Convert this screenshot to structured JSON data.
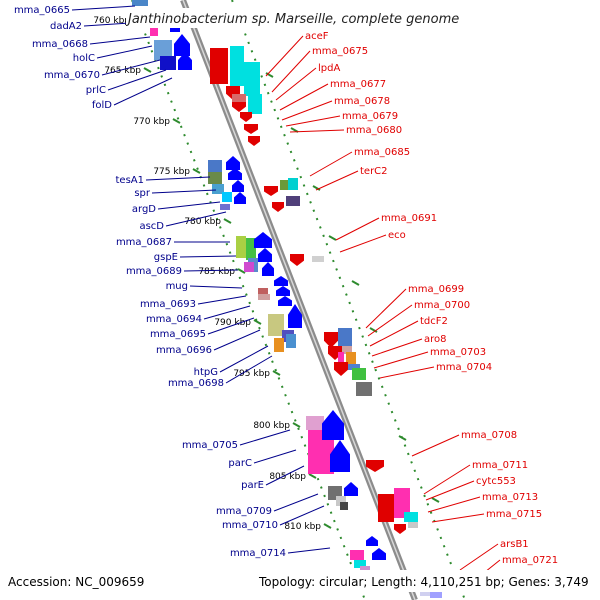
{
  "title": "Janthinobacterium sp. Marseille, complete genome",
  "accession": "Accession: NC_009659",
  "summary": "Topology: circular; Length: 4,110,251 bp; Genes: 3,749",
  "colors": {
    "left_label": "#00008b",
    "right_label": "#e00000",
    "backbone": "#8c8c8c",
    "tick_line": "#2e8b2e",
    "tick_label": "#000000"
  },
  "ticks": [
    "760 kbp",
    "765 kbp",
    "770 kbp",
    "775 kbp",
    "780 kbp",
    "785 kbp",
    "790 kbp",
    "795 kbp",
    "800 kbp",
    "805 kbp",
    "810 kbp"
  ],
  "left_genes": [
    "mma_0665",
    "dadA2",
    "mma_0668",
    "holC",
    "mma_0670",
    "prlC",
    "folD",
    "tesA1",
    "spr",
    "argD",
    "ascD",
    "mma_0687",
    "gspE",
    "mma_0689",
    "mug",
    "mma_0693",
    "mma_0694",
    "mma_0695",
    "mma_0696",
    "htpG",
    "mma_0698",
    "mma_0705",
    "parC",
    "parE",
    "mma_0709",
    "mma_0710",
    "mma_0714"
  ],
  "right_genes": [
    "aceF",
    "mma_0675",
    "lpdA",
    "mma_0677",
    "mma_0678",
    "mma_0679",
    "mma_0680",
    "mma_0685",
    "terC2",
    "mma_0691",
    "eco",
    "mma_0699",
    "mma_0700",
    "tdcF2",
    "aro8",
    "mma_0703",
    "mma_0704",
    "mma_0708",
    "mma_0711",
    "cytc553",
    "mma_0713",
    "mma_0715",
    "arsB1",
    "mma_0721"
  ]
}
